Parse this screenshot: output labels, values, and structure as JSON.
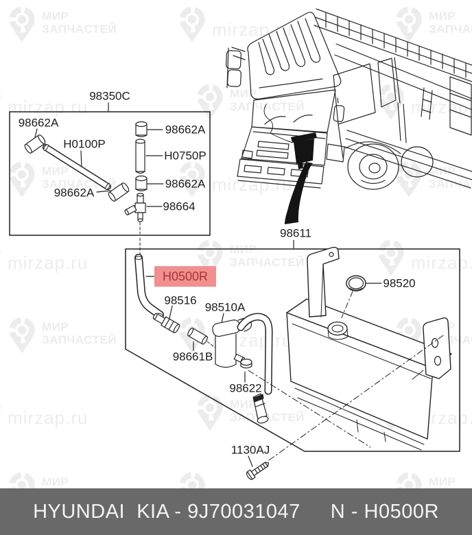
{
  "watermark": {
    "brand_line1": "МИР",
    "brand_line2": "ЗАПЧАСТЕЙ",
    "url": "mirzap.ru",
    "color": "#ececec"
  },
  "diagram": {
    "upper_assembly_label": "98350C",
    "truck_part_label": "98611",
    "labels": {
      "sleeve": "98662A",
      "hose_main": "H0100P",
      "hose_vertical": "H0750P",
      "t_joint": "98664",
      "hose_selected": "H0500R",
      "valve": "98516",
      "pump": "98510A",
      "cap": "98520",
      "sleeve_b": "98661B",
      "grommet": "98622",
      "bolt": "1130AJ"
    }
  },
  "highlight": {
    "bg": "#F29090",
    "fg": "#A93434"
  },
  "footer": {
    "brand": "HYUNDAI  KIA - 9J70031047",
    "part_ref": "N - H0500R",
    "bar_color": "#696969",
    "text_color": "#F4F4F4"
  }
}
